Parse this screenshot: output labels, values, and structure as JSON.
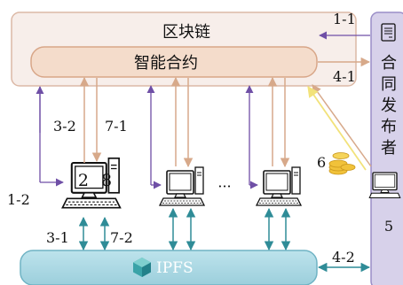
{
  "blockchain": {
    "title": "区块链"
  },
  "smart_contract": {
    "title": "智能合约"
  },
  "ipfs": {
    "title": "IPFS"
  },
  "publisher": {
    "chars": [
      "合",
      "同",
      "发",
      "布",
      "者"
    ],
    "number": "5"
  },
  "nodes": {
    "screen_label": "2 8",
    "ellipsis": "···"
  },
  "step_labels": {
    "s1_1": "1-1",
    "s1_2": "1-2",
    "s3_1": "3-1",
    "s3_2": "3-2",
    "s4_1": "4-1",
    "s4_2": "4-2",
    "s6": "6",
    "s7_1": "7-1",
    "s7_2": "7-2"
  },
  "colors": {
    "blockchain_fill": "#f7eeea",
    "blockchain_stroke": "#dcb9a6",
    "contract_fill": "#f4dccb",
    "contract_stroke": "#d8a688",
    "publisher_fill": "#d7d1ea",
    "publisher_stroke": "#9a8ec7",
    "ipfs_fill": "#a9d8e3",
    "ipfs_stroke": "#6fb3c4",
    "purple_arrow": "#6f4fa6",
    "tan_arrow": "#d7a98a",
    "teal_arrow": "#2f8c97",
    "yellow_arrow": "#f2e27a",
    "coin": "#f1c23a"
  }
}
